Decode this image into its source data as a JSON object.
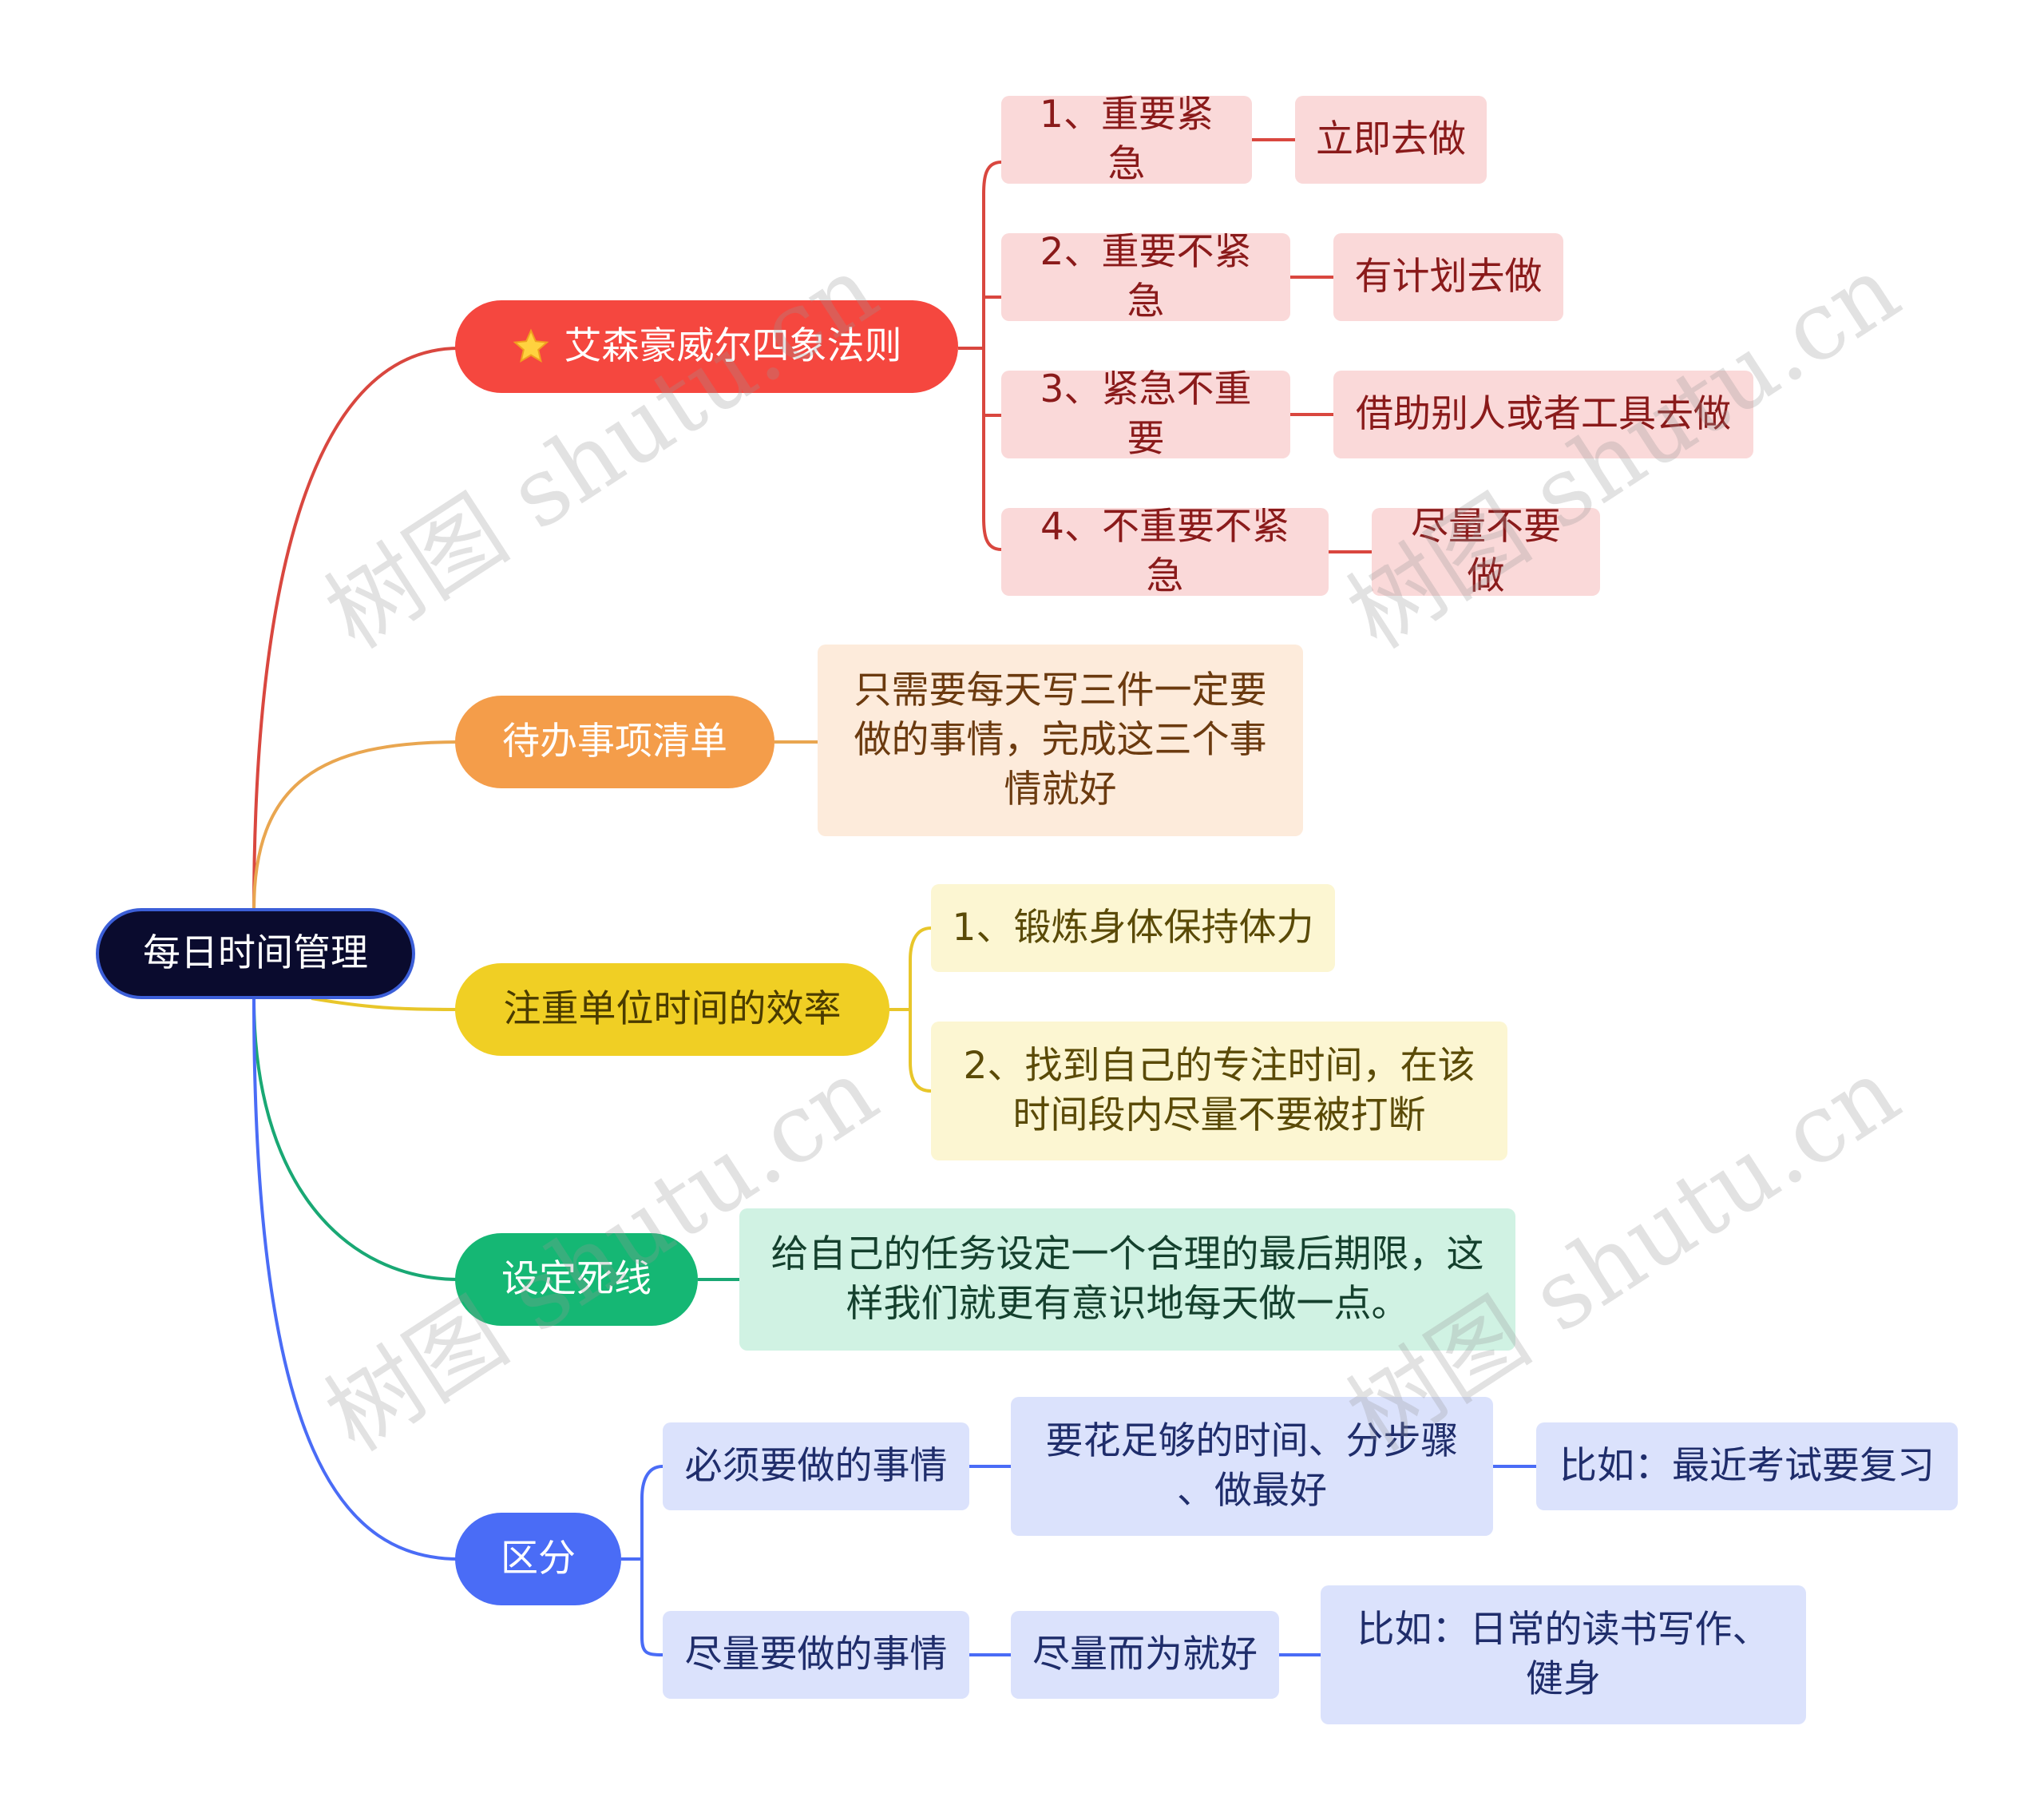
{
  "root": {
    "label": "每日时间管理"
  },
  "branches": {
    "eisenhower": {
      "label": "艾森豪威尔四象法则",
      "icon": "star-icon",
      "items": [
        {
          "label": "1、重要紧急",
          "result": "立即去做"
        },
        {
          "label": "2、重要不紧急",
          "result": "有计划去做"
        },
        {
          "label": "3、紧急不重要",
          "result": "借助别人或者工具去做"
        },
        {
          "label": "4、不重要不紧急",
          "result": "尽量不要做"
        }
      ]
    },
    "todo": {
      "label": "待办事项清单",
      "note": "只需要每天写三件一定要\n做的事情，完成这三个事\n情就好"
    },
    "efficiency": {
      "label": "注重单位时间的效率",
      "items": [
        "1、锻炼身体保持体力",
        "2、找到自己的专注时间，在该\n时间段内尽量不要被打断"
      ]
    },
    "deadline": {
      "label": "设定死线",
      "note": "给自己的任务设定一个合理的最后期限，这\n样我们就更有意识地每天做一点。"
    },
    "distinguish": {
      "label": "区分",
      "must": {
        "label": "必须要做的事情",
        "detail": "要花足够的时间、分步骤\n、做最好",
        "example": "比如：最近考试要复习"
      },
      "try": {
        "label": "尽量要做的事情",
        "detail": "尽量而为就好",
        "example": "比如：日常的读书写作、\n健身"
      }
    }
  },
  "watermark": "树图 shutu.cn",
  "colors": {
    "red": "#f5473f",
    "orange": "#f49d4a",
    "yellow": "#f0cf24",
    "green": "#15b774",
    "blue": "#4a6cf6",
    "root": "#0a0b2e"
  }
}
